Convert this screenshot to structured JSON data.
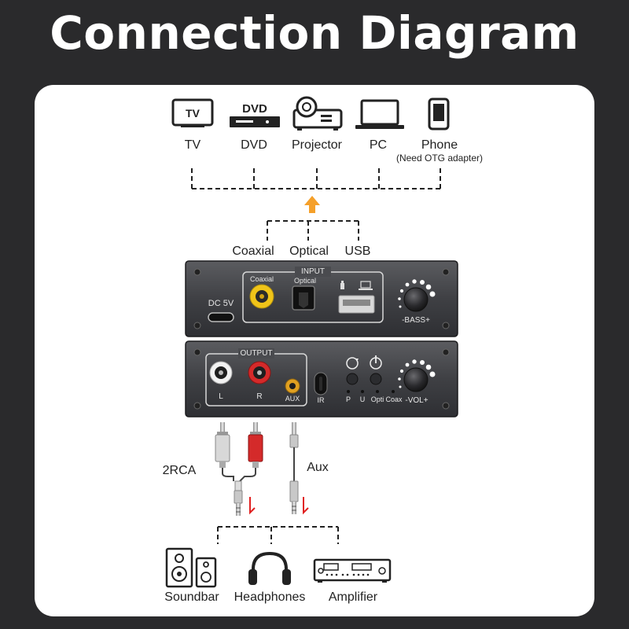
{
  "title": "Connection Diagram",
  "sources": [
    {
      "label": "TV",
      "icon": "tv-icon",
      "icon_text": "TV"
    },
    {
      "label": "DVD",
      "icon": "dvd-player-icon",
      "icon_text": "DVD"
    },
    {
      "label": "Projector",
      "icon": "projector-icon"
    },
    {
      "label": "PC",
      "icon": "laptop-icon"
    },
    {
      "label": "Phone",
      "icon": "phone-icon",
      "note": "(Need OTG adapter)"
    }
  ],
  "inputs": [
    "Coaxial",
    "Optical",
    "USB"
  ],
  "top_unit": {
    "power_label": "DC 5V",
    "group_label": "INPUT",
    "coaxial_label": "Coaxial",
    "optical_label": "Optical",
    "knob_label": "-BASS+"
  },
  "bottom_unit": {
    "group_label": "OUTPUT",
    "left_label": "L",
    "right_label": "R",
    "aux_label": "AUX",
    "ir_label": "IR",
    "indicators": [
      "P",
      "U",
      "Opti",
      "Coax"
    ],
    "knob_label": "-VOL+"
  },
  "cables": {
    "rca_label": "2RCA",
    "aux_label": "Aux"
  },
  "outputs": [
    {
      "label": "Soundbar",
      "icon": "soundbar-icon"
    },
    {
      "label": "Headphones",
      "icon": "headphones-icon"
    },
    {
      "label": "Amplifier",
      "icon": "amplifier-icon"
    }
  ],
  "colors": {
    "background": "#2a2a2c",
    "panel": "#ffffff",
    "arrow": "#f5a02a",
    "rca_red": "#d42a2a",
    "aux_gold": "#e0a020",
    "coax_yellow": "#f0c419"
  }
}
